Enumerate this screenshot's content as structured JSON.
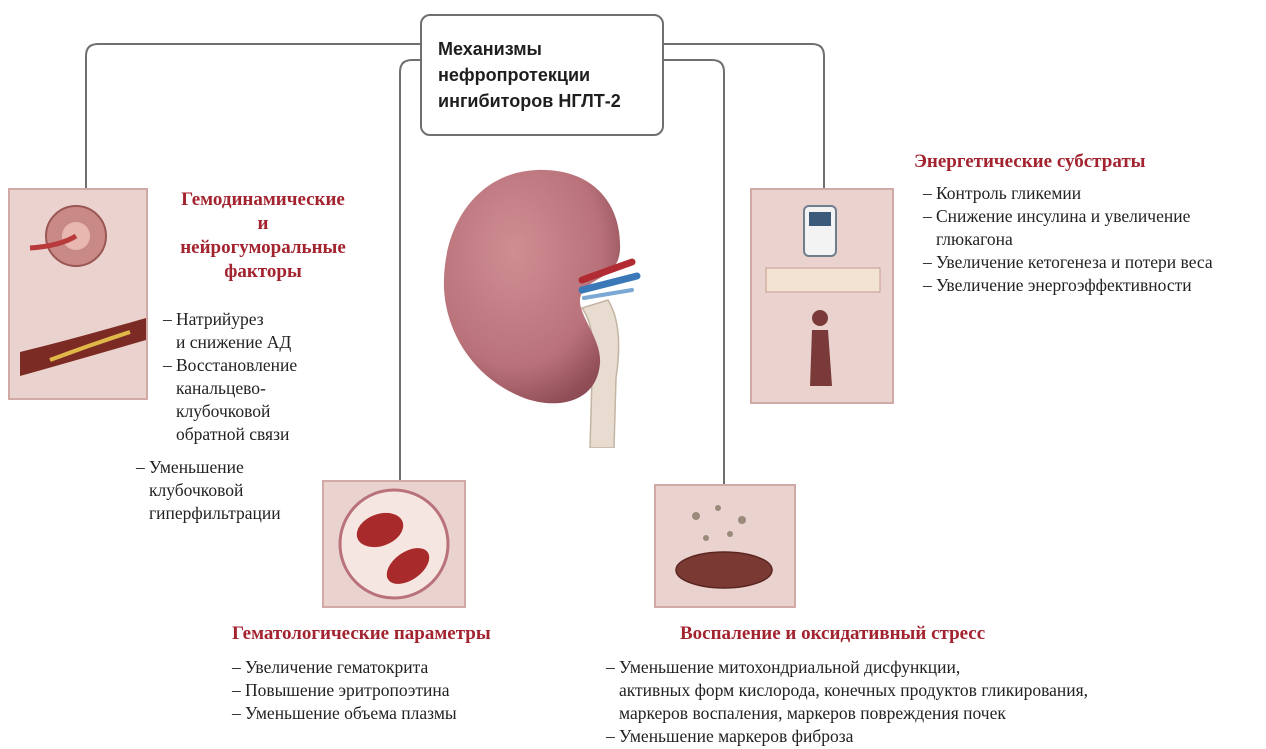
{
  "center": {
    "title": "Механизмы\nнефропротекции\nингибиторов НГЛТ-2"
  },
  "hemodynamic": {
    "heading": [
      "Гемодинамические",
      "и",
      "нейрогуморальные",
      "факторы"
    ],
    "items": [
      "Натрийурез\nи снижение АД",
      "Восстановление\nканальцево-\nклубочковой\nобратной связи"
    ],
    "extra_item": "Уменьшение\nклубочковой\nгиперфильтрации"
  },
  "energy": {
    "heading": "Энергетические субстраты",
    "items": [
      "Контроль гликемии",
      "Снижение инсулина и увеличение\nглюкагона",
      "Увеличение кетогенеза и потери веса",
      "Увеличение энергоэффективности"
    ]
  },
  "hematologic": {
    "heading": "Гематологические параметры",
    "items": [
      "Увеличение гематокрита",
      "Повышение эритропоэтина",
      "Уменьшение объема плазмы"
    ]
  },
  "inflammation": {
    "heading": "Воспаление и оксидативный стресс",
    "items": [
      "Уменьшение митохондриальной дисфункции,\nактивных форм кислорода, конечных продуктов гликирования,\nмаркеров воспаления, маркеров повреждения почек",
      "Уменьшение маркеров фиброза"
    ]
  },
  "colors": {
    "heading": "#a3232f",
    "panel_fill": "#ead3cf",
    "panel_border": "#d1aaa5",
    "connector": "#6f6f6f",
    "kidney": "#b9727a"
  }
}
